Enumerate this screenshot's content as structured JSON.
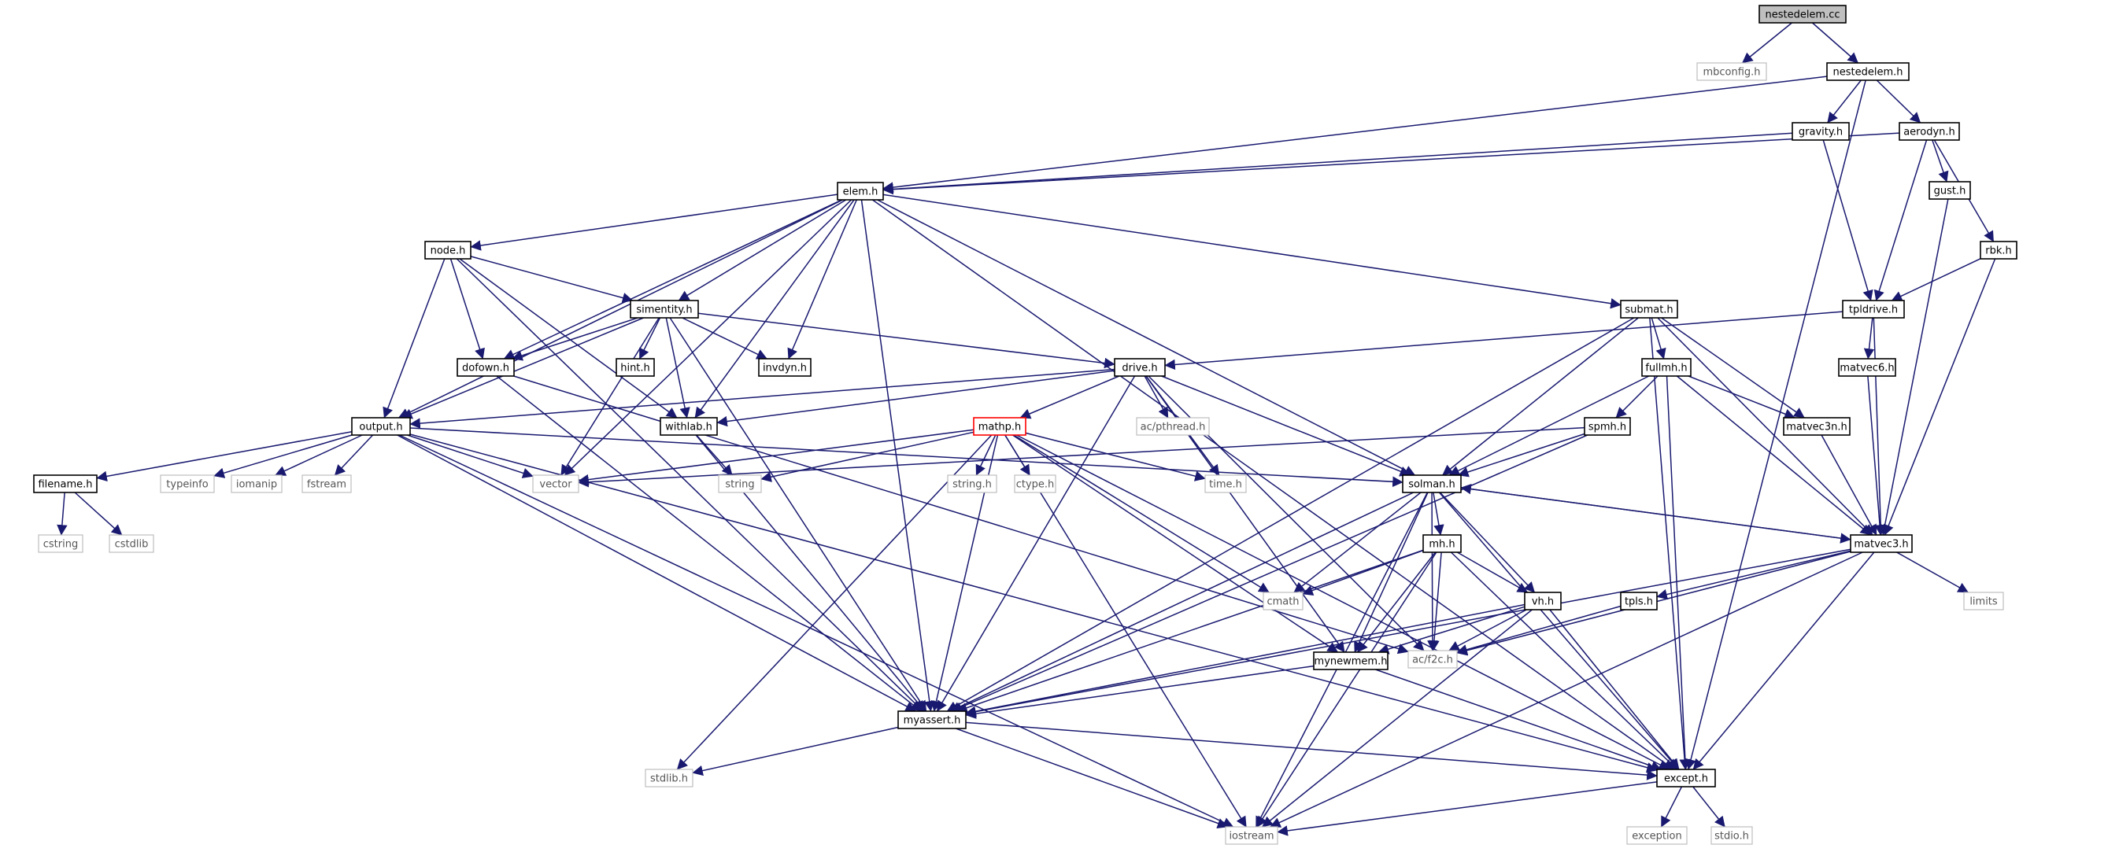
{
  "graph": {
    "nodes": [
      {
        "id": "nestedelem_cc",
        "label": "nestedelem.cc",
        "type": "root"
      },
      {
        "id": "mbconfig",
        "label": "mbconfig.h",
        "type": "system"
      },
      {
        "id": "nestedelem_h",
        "label": "nestedelem.h",
        "type": "local"
      },
      {
        "id": "gravity",
        "label": "gravity.h",
        "type": "local"
      },
      {
        "id": "aerodyn",
        "label": "aerodyn.h",
        "type": "local"
      },
      {
        "id": "elem",
        "label": "elem.h",
        "type": "local"
      },
      {
        "id": "gust",
        "label": "gust.h",
        "type": "local"
      },
      {
        "id": "rbk",
        "label": "rbk.h",
        "type": "local"
      },
      {
        "id": "node",
        "label": "node.h",
        "type": "local"
      },
      {
        "id": "simentity",
        "label": "simentity.h",
        "type": "local"
      },
      {
        "id": "submat",
        "label": "submat.h",
        "type": "local"
      },
      {
        "id": "tpldrive",
        "label": "tpldrive.h",
        "type": "local"
      },
      {
        "id": "dofown",
        "label": "dofown.h",
        "type": "local"
      },
      {
        "id": "hint",
        "label": "hint.h",
        "type": "local"
      },
      {
        "id": "invdyn",
        "label": "invdyn.h",
        "type": "local"
      },
      {
        "id": "drive",
        "label": "drive.h",
        "type": "local"
      },
      {
        "id": "fullmh",
        "label": "fullmh.h",
        "type": "local"
      },
      {
        "id": "matvec6",
        "label": "matvec6.h",
        "type": "local"
      },
      {
        "id": "output",
        "label": "output.h",
        "type": "local"
      },
      {
        "id": "withlab",
        "label": "withlab.h",
        "type": "local"
      },
      {
        "id": "mathp",
        "label": "mathp.h",
        "type": "incomplete"
      },
      {
        "id": "pthread",
        "label": "ac/pthread.h",
        "type": "system"
      },
      {
        "id": "spmh",
        "label": "spmh.h",
        "type": "local"
      },
      {
        "id": "matvec3n",
        "label": "matvec3n.h",
        "type": "local"
      },
      {
        "id": "filename",
        "label": "filename.h",
        "type": "local"
      },
      {
        "id": "typeinfo",
        "label": "typeinfo",
        "type": "system"
      },
      {
        "id": "iomanip",
        "label": "iomanip",
        "type": "system"
      },
      {
        "id": "fstream",
        "label": "fstream",
        "type": "system"
      },
      {
        "id": "vector",
        "label": "vector",
        "type": "system"
      },
      {
        "id": "string",
        "label": "string",
        "type": "system"
      },
      {
        "id": "string_h",
        "label": "string.h",
        "type": "system"
      },
      {
        "id": "ctype",
        "label": "ctype.h",
        "type": "system"
      },
      {
        "id": "time",
        "label": "time.h",
        "type": "system"
      },
      {
        "id": "solman",
        "label": "solman.h",
        "type": "local"
      },
      {
        "id": "cstring",
        "label": "cstring",
        "type": "system"
      },
      {
        "id": "cstdlib",
        "label": "cstdlib",
        "type": "system"
      },
      {
        "id": "mh",
        "label": "mh.h",
        "type": "local"
      },
      {
        "id": "matvec3",
        "label": "matvec3.h",
        "type": "local"
      },
      {
        "id": "cmath",
        "label": "cmath",
        "type": "system"
      },
      {
        "id": "vh",
        "label": "vh.h",
        "type": "local"
      },
      {
        "id": "tpls",
        "label": "tpls.h",
        "type": "local"
      },
      {
        "id": "limits",
        "label": "limits",
        "type": "system"
      },
      {
        "id": "f2c",
        "label": "ac/f2c.h",
        "type": "system"
      },
      {
        "id": "mynewmem",
        "label": "mynewmem.h",
        "type": "local"
      },
      {
        "id": "myassert",
        "label": "myassert.h",
        "type": "local"
      },
      {
        "id": "stdlib",
        "label": "stdlib.h",
        "type": "system"
      },
      {
        "id": "except",
        "label": "except.h",
        "type": "local"
      },
      {
        "id": "exception",
        "label": "exception",
        "type": "system"
      },
      {
        "id": "stdio",
        "label": "stdio.h",
        "type": "system"
      },
      {
        "id": "iostream",
        "label": "iostream",
        "type": "system"
      }
    ],
    "edges": [
      [
        "nestedelem_cc",
        "mbconfig"
      ],
      [
        "nestedelem_cc",
        "nestedelem_h"
      ],
      [
        "nestedelem_h",
        "gravity"
      ],
      [
        "nestedelem_h",
        "aerodyn"
      ],
      [
        "nestedelem_h",
        "elem"
      ],
      [
        "nestedelem_h",
        "except"
      ],
      [
        "gravity",
        "elem"
      ],
      [
        "gravity",
        "tpldrive"
      ],
      [
        "aerodyn",
        "elem"
      ],
      [
        "aerodyn",
        "gust"
      ],
      [
        "aerodyn",
        "rbk"
      ],
      [
        "aerodyn",
        "tpldrive"
      ],
      [
        "gust",
        "matvec3"
      ],
      [
        "rbk",
        "tpldrive"
      ],
      [
        "rbk",
        "matvec3"
      ],
      [
        "elem",
        "node"
      ],
      [
        "elem",
        "simentity"
      ],
      [
        "elem",
        "dofown"
      ],
      [
        "elem",
        "output"
      ],
      [
        "elem",
        "withlab"
      ],
      [
        "elem",
        "invdyn"
      ],
      [
        "elem",
        "vector"
      ],
      [
        "elem",
        "myassert"
      ],
      [
        "elem",
        "solman"
      ],
      [
        "elem",
        "submat"
      ],
      [
        "elem",
        "except"
      ],
      [
        "node",
        "simentity"
      ],
      [
        "node",
        "dofown"
      ],
      [
        "node",
        "output"
      ],
      [
        "node",
        "withlab"
      ],
      [
        "node",
        "myassert"
      ],
      [
        "simentity",
        "dofown"
      ],
      [
        "simentity",
        "hint"
      ],
      [
        "simentity",
        "invdyn"
      ],
      [
        "simentity",
        "drive"
      ],
      [
        "simentity",
        "output"
      ],
      [
        "simentity",
        "withlab"
      ],
      [
        "simentity",
        "vector"
      ],
      [
        "simentity",
        "myassert"
      ],
      [
        "dofown",
        "myassert"
      ],
      [
        "dofown",
        "f2c"
      ],
      [
        "tpldrive",
        "drive"
      ],
      [
        "tpldrive",
        "matvec6"
      ],
      [
        "tpldrive",
        "matvec3"
      ],
      [
        "submat",
        "fullmh"
      ],
      [
        "submat",
        "matvec3n"
      ],
      [
        "submat",
        "matvec3"
      ],
      [
        "submat",
        "solman"
      ],
      [
        "submat",
        "except"
      ],
      [
        "submat",
        "myassert"
      ],
      [
        "fullmh",
        "spmh"
      ],
      [
        "fullmh",
        "matvec3n"
      ],
      [
        "fullmh",
        "matvec3"
      ],
      [
        "fullmh",
        "solman"
      ],
      [
        "fullmh",
        "except"
      ],
      [
        "matvec6",
        "matvec3"
      ],
      [
        "matvec3n",
        "matvec3"
      ],
      [
        "drive",
        "output"
      ],
      [
        "drive",
        "withlab"
      ],
      [
        "drive",
        "mathp"
      ],
      [
        "drive",
        "pthread"
      ],
      [
        "drive",
        "time"
      ],
      [
        "drive",
        "solman"
      ],
      [
        "drive",
        "myassert"
      ],
      [
        "drive",
        "f2c"
      ],
      [
        "drive",
        "mynewmem"
      ],
      [
        "output",
        "filename"
      ],
      [
        "output",
        "typeinfo"
      ],
      [
        "output",
        "iomanip"
      ],
      [
        "output",
        "fstream"
      ],
      [
        "output",
        "vector"
      ],
      [
        "output",
        "solman"
      ],
      [
        "output",
        "myassert"
      ],
      [
        "output",
        "except"
      ],
      [
        "output",
        "iostream"
      ],
      [
        "withlab",
        "string"
      ],
      [
        "withlab",
        "myassert"
      ],
      [
        "mathp",
        "vector"
      ],
      [
        "mathp",
        "string"
      ],
      [
        "mathp",
        "string_h"
      ],
      [
        "mathp",
        "ctype"
      ],
      [
        "mathp",
        "time"
      ],
      [
        "mathp",
        "cmath"
      ],
      [
        "mathp",
        "stdlib"
      ],
      [
        "mathp",
        "myassert"
      ],
      [
        "mathp",
        "iostream"
      ],
      [
        "mathp",
        "except"
      ],
      [
        "mathp",
        "mynewmem"
      ],
      [
        "spmh",
        "solman"
      ],
      [
        "spmh",
        "vector"
      ],
      [
        "spmh",
        "myassert"
      ],
      [
        "filename",
        "cstring"
      ],
      [
        "filename",
        "cstdlib"
      ],
      [
        "solman",
        "mh"
      ],
      [
        "solman",
        "vh"
      ],
      [
        "solman",
        "matvec3"
      ],
      [
        "solman",
        "cmath"
      ],
      [
        "solman",
        "f2c"
      ],
      [
        "solman",
        "mynewmem"
      ],
      [
        "solman",
        "myassert"
      ],
      [
        "solman",
        "except"
      ],
      [
        "solman",
        "iostream"
      ],
      [
        "matvec3",
        "solman"
      ],
      [
        "matvec3",
        "tpls"
      ],
      [
        "matvec3",
        "limits"
      ],
      [
        "matvec3",
        "f2c"
      ],
      [
        "matvec3",
        "myassert"
      ],
      [
        "matvec3",
        "except"
      ],
      [
        "matvec3",
        "iostream"
      ],
      [
        "mh",
        "vh"
      ],
      [
        "mh",
        "cmath"
      ],
      [
        "mh",
        "f2c"
      ],
      [
        "mh",
        "mynewmem"
      ],
      [
        "mh",
        "myassert"
      ],
      [
        "mh",
        "except"
      ],
      [
        "mh",
        "iostream"
      ],
      [
        "vh",
        "f2c"
      ],
      [
        "vh",
        "mynewmem"
      ],
      [
        "vh",
        "myassert"
      ],
      [
        "vh",
        "except"
      ],
      [
        "vh",
        "iostream"
      ],
      [
        "tpls",
        "f2c"
      ],
      [
        "mynewmem",
        "myassert"
      ],
      [
        "mynewmem",
        "except"
      ],
      [
        "myassert",
        "stdlib"
      ],
      [
        "myassert",
        "except"
      ],
      [
        "myassert",
        "iostream"
      ],
      [
        "except",
        "exception"
      ],
      [
        "except",
        "stdio"
      ],
      [
        "except",
        "iostream"
      ]
    ]
  }
}
